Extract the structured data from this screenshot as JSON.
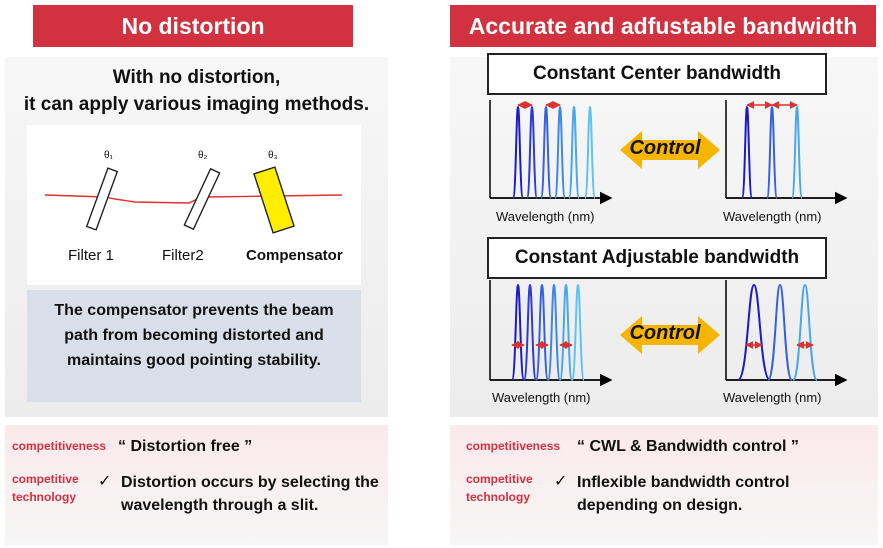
{
  "left": {
    "header": "No distortion",
    "subhead_line1": "With no distortion,",
    "subhead_line2": "it can apply various imaging methods.",
    "filters": [
      {
        "theta": "θ₁",
        "label": "Filter 1"
      },
      {
        "theta": "θ₂",
        "label": "Filter2"
      },
      {
        "theta": "θ₃",
        "label": "Compensator"
      }
    ],
    "explanation": "The compensator prevents the beam path from becoming distorted and maintains good pointing stability.",
    "competitiveness_label": "competitiveness",
    "competitiveness_value": "“ Distortion free ”",
    "competitive_technology_label": "competitive technology",
    "check": "✓",
    "technology_value": "Distortion occurs by selecting the wavelength through a slit."
  },
  "right": {
    "header": "Accurate and adfustable bandwidth",
    "box1": "Constant Center bandwidth",
    "box2": "Constant Adjustable bandwidth",
    "control_label": "Control",
    "axis_label": "Wavelength  (nm)",
    "competitiveness_label": "competitiveness",
    "competitiveness_value": "“ CWL & Bandwidth control ”",
    "competitive_technology_label": "competitive technology",
    "check": "✓",
    "technology_value": "Inflexible bandwidth control depending on design."
  },
  "colors": {
    "banner": "#d2323f",
    "beam": "#e03030",
    "compensator": "#ffee00",
    "peaks": [
      "#1a1acc",
      "#2a3bd6",
      "#3760df",
      "#3f86e6",
      "#48a8ec",
      "#5fc3f0"
    ],
    "control_arrow": "#f7b500",
    "explanation_bg": "#d9dfe9"
  }
}
